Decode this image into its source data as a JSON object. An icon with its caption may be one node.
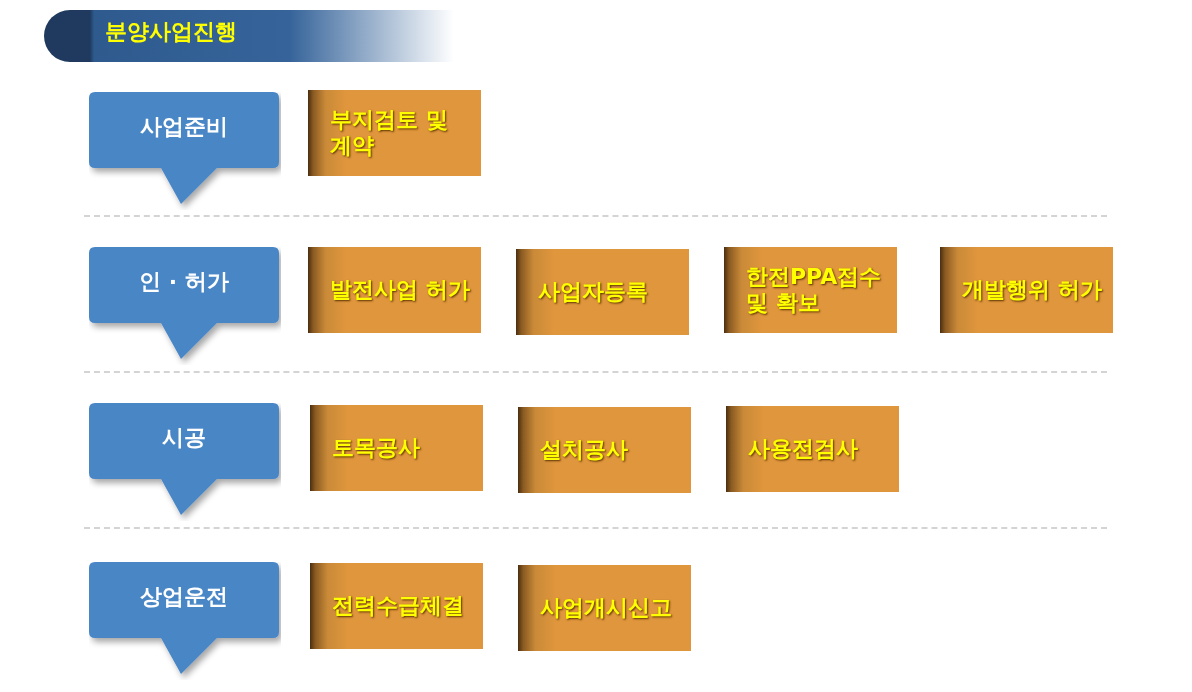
{
  "diagram": {
    "title": "분양사업진행",
    "nodes": [
      {
        "text": [
          "사업준비"
        ]
      },
      {
        "text": [
          "부지검토 및 계약"
        ]
      },
      {
        "text": [
          "인 · 허가"
        ]
      },
      {
        "text": [
          "발전사업 허가"
        ]
      },
      {
        "text": [
          "사업자등록"
        ]
      },
      {
        "text": [
          "한전PPA접수 및 확보"
        ]
      },
      {
        "text": [
          "개발행위 허가"
        ]
      },
      {
        "text": [
          "시공"
        ]
      },
      {
        "text": [
          "토목공사"
        ]
      },
      {
        "text": [
          "설치공사"
        ]
      },
      {
        "text": [
          "사용전검사"
        ]
      },
      {
        "text": [
          "상업운전"
        ]
      },
      {
        "text": [
          "전력수급체결"
        ]
      },
      {
        "text": [
          "사업개시신고"
        ]
      }
    ],
    "edges": []
  }
}
